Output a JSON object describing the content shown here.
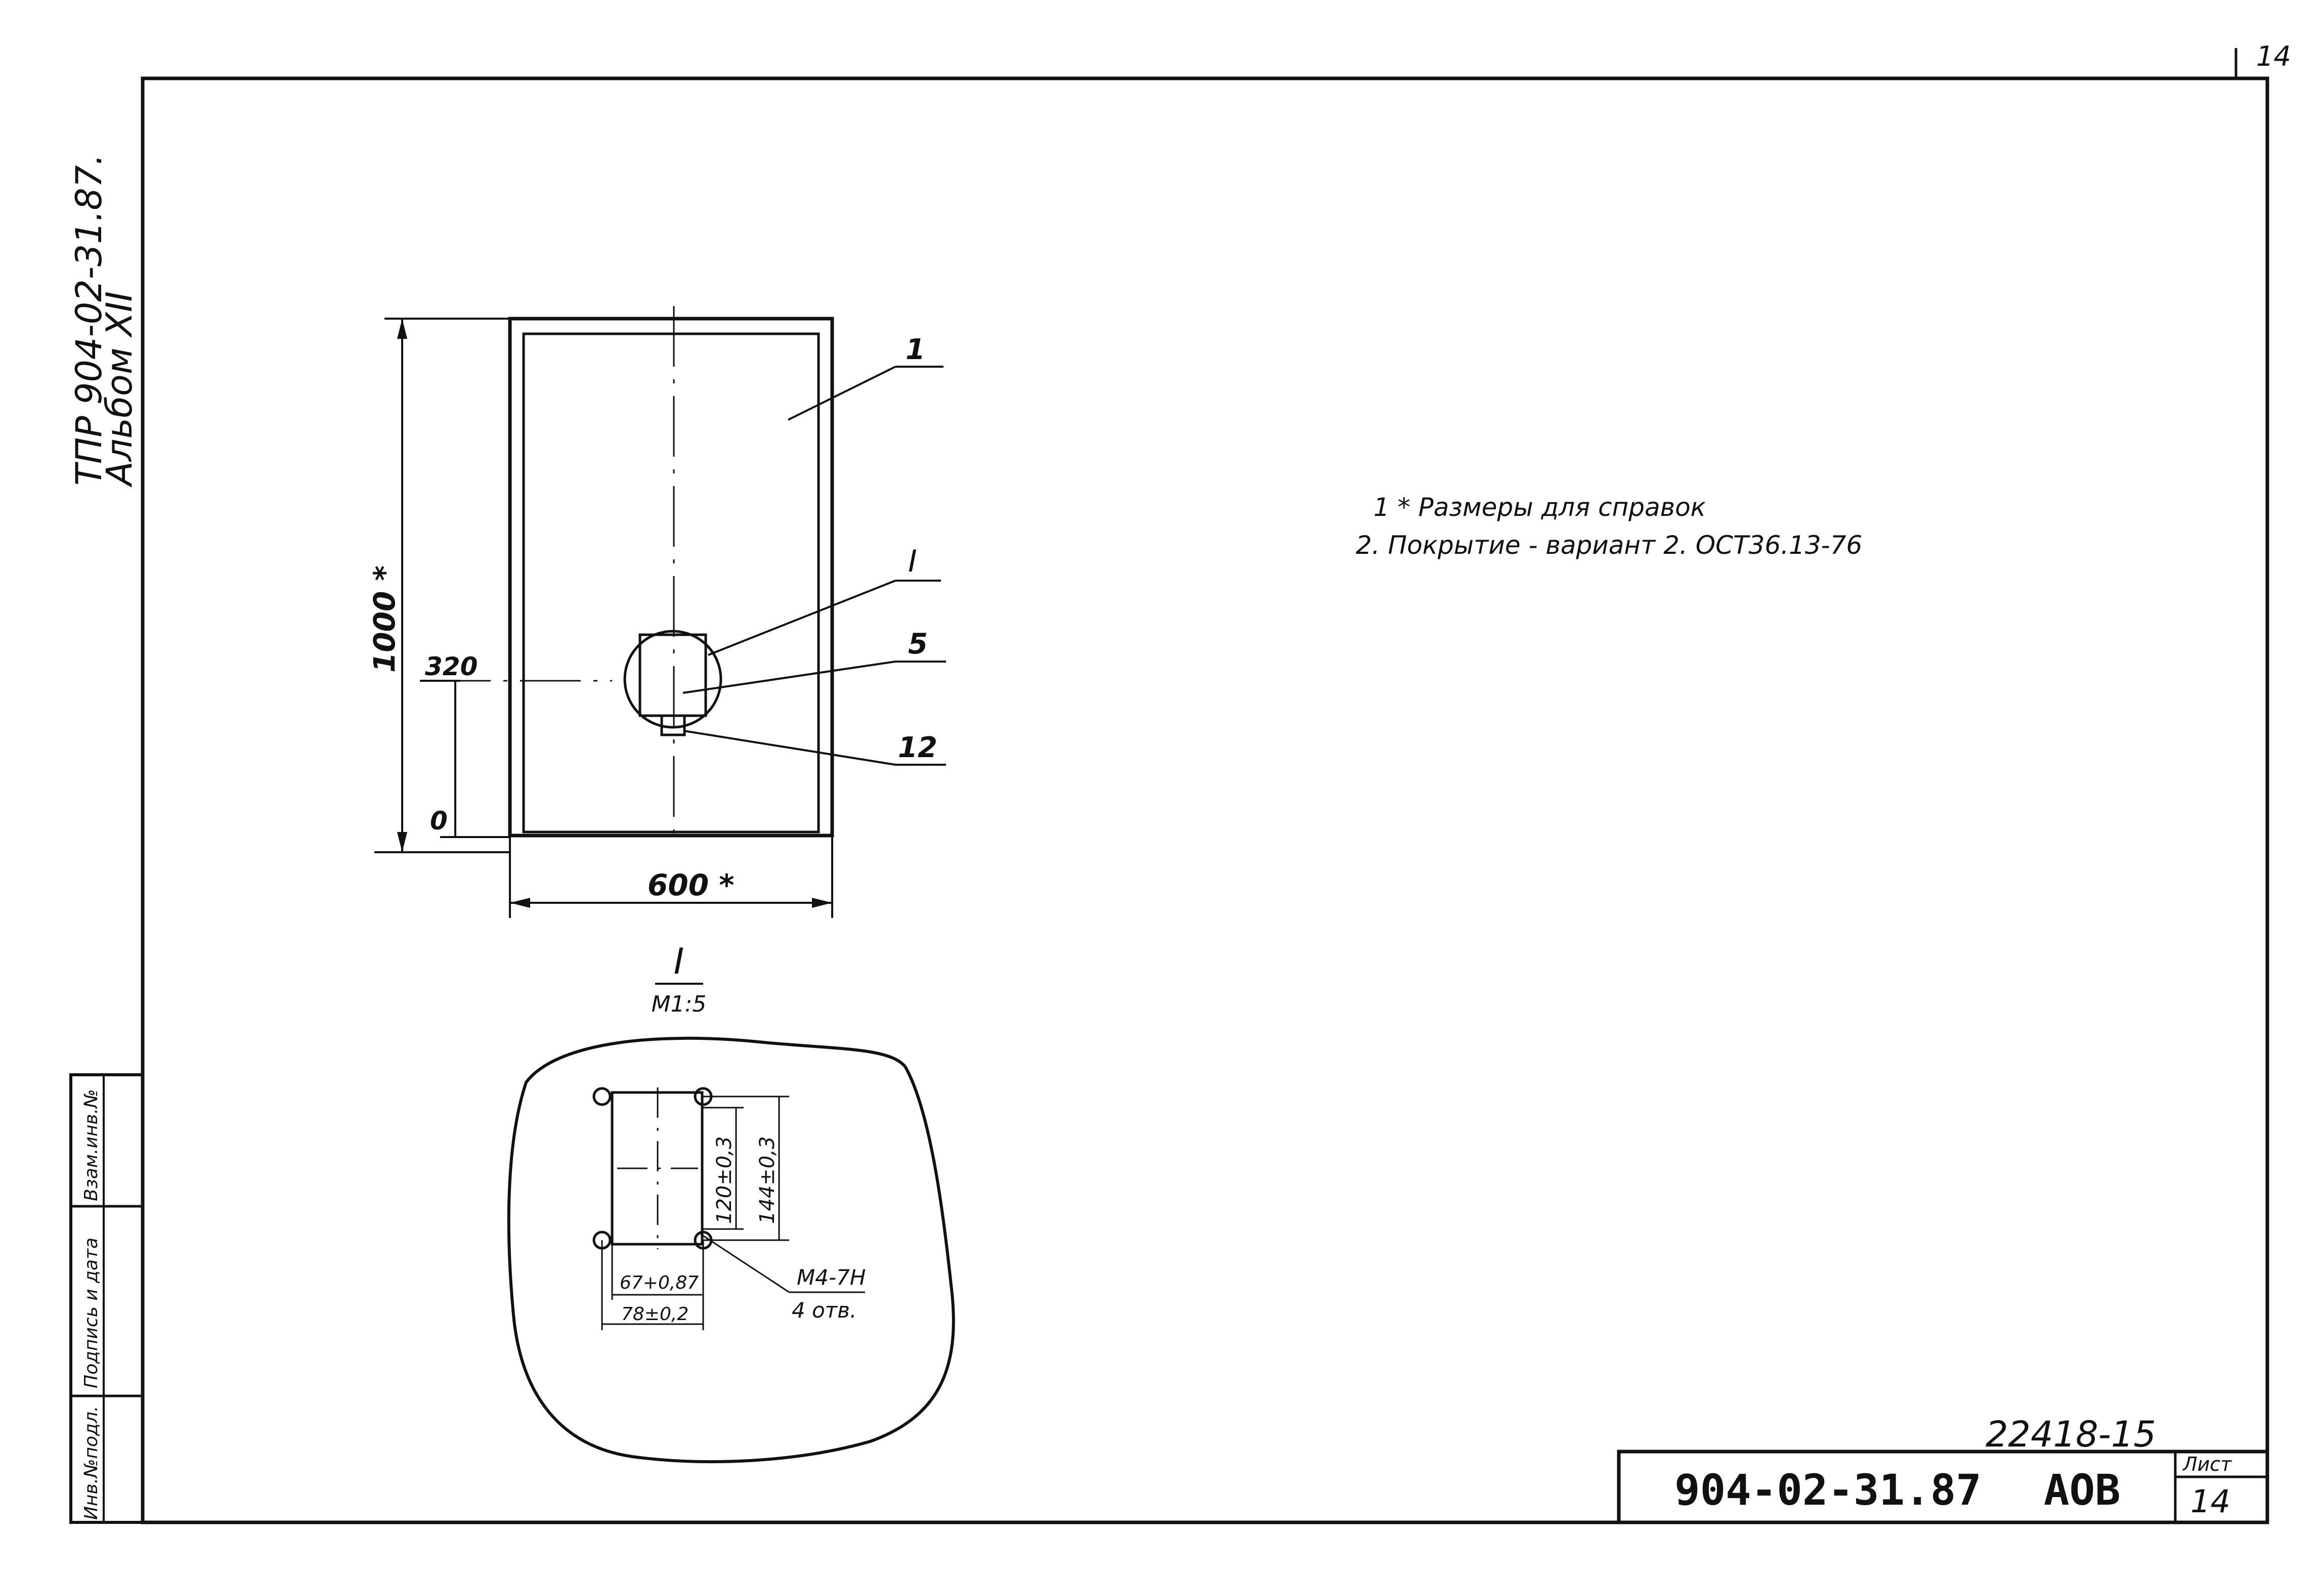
{
  "page_number": "14",
  "side_title": {
    "line1": "ТПР 904-02-31.87.",
    "line2": "Альбом XII"
  },
  "stamp_column": {
    "inv_no_original": "Инв.№подл.",
    "signature_date": "Подпись и дата",
    "replaced_inv_no": "Взам.инв.№"
  },
  "drawing": {
    "height_dim": "1000 *",
    "width_dim": "600 *",
    "level_320": "320",
    "level_0": "0",
    "callout_1": "1",
    "callout_I": "I",
    "callout_5": "5",
    "callout_12": "12"
  },
  "detail": {
    "title": "I",
    "scale": "М1:5",
    "dim_120": "120±0,3",
    "dim_144": "144±0,3",
    "dim_67": "67+0,87",
    "dim_78": "78±0,2",
    "thread": "М4-7Н",
    "holes": "4 отв."
  },
  "notes": [
    "1 * Размеры для справок",
    "2. Покрытие - вариант 2. ОСТ36.13-76"
  ],
  "title_block": {
    "inventory_no": "22418-15",
    "doc_code": "904-02-31.87",
    "mark": "АОВ",
    "sheet_label": "Лист",
    "sheet_no": "14"
  }
}
